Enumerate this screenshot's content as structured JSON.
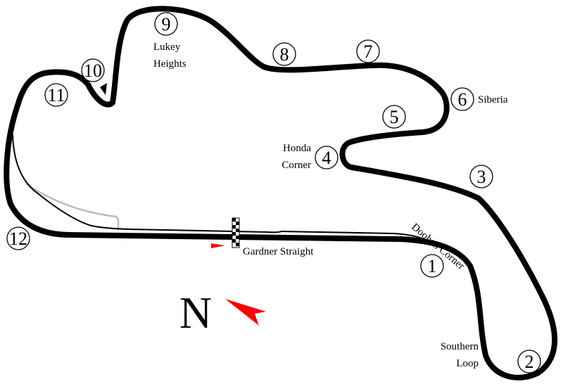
{
  "track": {
    "corners": [
      {
        "number": "1",
        "name": "Doohan Corner"
      },
      {
        "number": "2",
        "name": "Southern Loop"
      },
      {
        "number": "3",
        "name": ""
      },
      {
        "number": "4",
        "name": "Honda Corner"
      },
      {
        "number": "5",
        "name": ""
      },
      {
        "number": "6",
        "name": "Siberia"
      },
      {
        "number": "7",
        "name": ""
      },
      {
        "number": "8",
        "name": ""
      },
      {
        "number": "9",
        "name": "Lukey Heights"
      },
      {
        "number": "10",
        "name": ""
      },
      {
        "number": "11",
        "name": ""
      },
      {
        "number": "12",
        "name": ""
      }
    ],
    "labels": {
      "doohan": "Doohan Corner",
      "southern_1": "Southern",
      "southern_2": "Loop",
      "honda_1": "Honda",
      "honda_2": "Corner",
      "siberia": "Siberia",
      "lukey_1": "Lukey",
      "lukey_2": "Heights",
      "straight": "Gardner Straight"
    },
    "colors": {
      "track": "#000000",
      "pit_lane": "#000000",
      "old_pit_lane": "#bbbbbb",
      "arrow": "#ff0000",
      "flag": "#000000"
    }
  },
  "compass": {
    "letter": "N",
    "icon": "north-arrow-icon"
  },
  "direction_marker": {
    "icon": "direction-arrow-icon"
  },
  "finish_line": {
    "icon": "checkered-flag-icon"
  }
}
